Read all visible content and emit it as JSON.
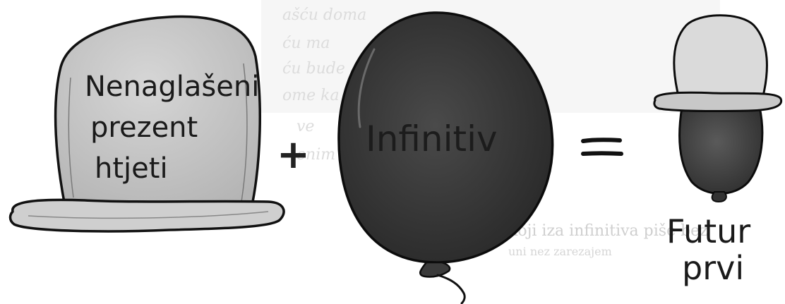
{
  "hat": {
    "line1": "Nenaglašeni",
    "line2": "prezent",
    "line3": "htjeti"
  },
  "plus_sign": "+",
  "balloon": {
    "label": "Infinitiv"
  },
  "equals_sign": "=",
  "result": {
    "line1": "Futur",
    "line2": "prvi"
  },
  "background_text": [
    "ašću doma",
    "ću ma",
    "ću bude",
    "ome ka",
    "ve",
    "enim",
    "koji iza infinitiva piše bez",
    "uni nez zarezajem"
  ],
  "colors": {
    "hat_fill": "#c9c9c9",
    "balloon_fill": "#3a3a3a",
    "result_top_fill": "#d2d2d2",
    "result_bottom_fill": "#4a4a4a",
    "ink": "#111111"
  }
}
